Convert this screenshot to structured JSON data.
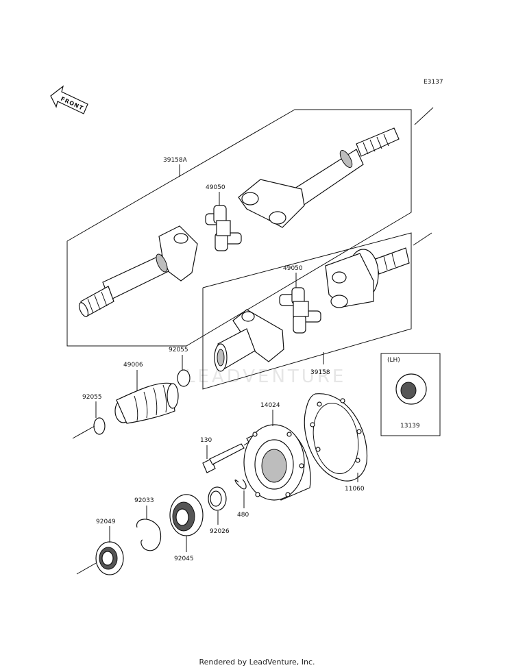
{
  "diagram_code": "E3137",
  "front_label": "FRONT",
  "watermark": "LEADVENTURE",
  "footer": "Rendered by LeadVenture, Inc.",
  "parts": {
    "shaft_39158A": "39158A",
    "cross_upper": "49050",
    "cross_lower": "49050",
    "shaft_39158": "39158",
    "boot": "49006",
    "clamp_upper": "92055",
    "clamp_lower": "92055",
    "bolt": "130",
    "housing": "14024",
    "gasket": "11060",
    "circlip": "480",
    "spacer": "92026",
    "bearing": "92045",
    "snap_ring": "92033",
    "oil_seal": "92049",
    "lh_joint": "13139",
    "lh_tag": "(LH)"
  }
}
